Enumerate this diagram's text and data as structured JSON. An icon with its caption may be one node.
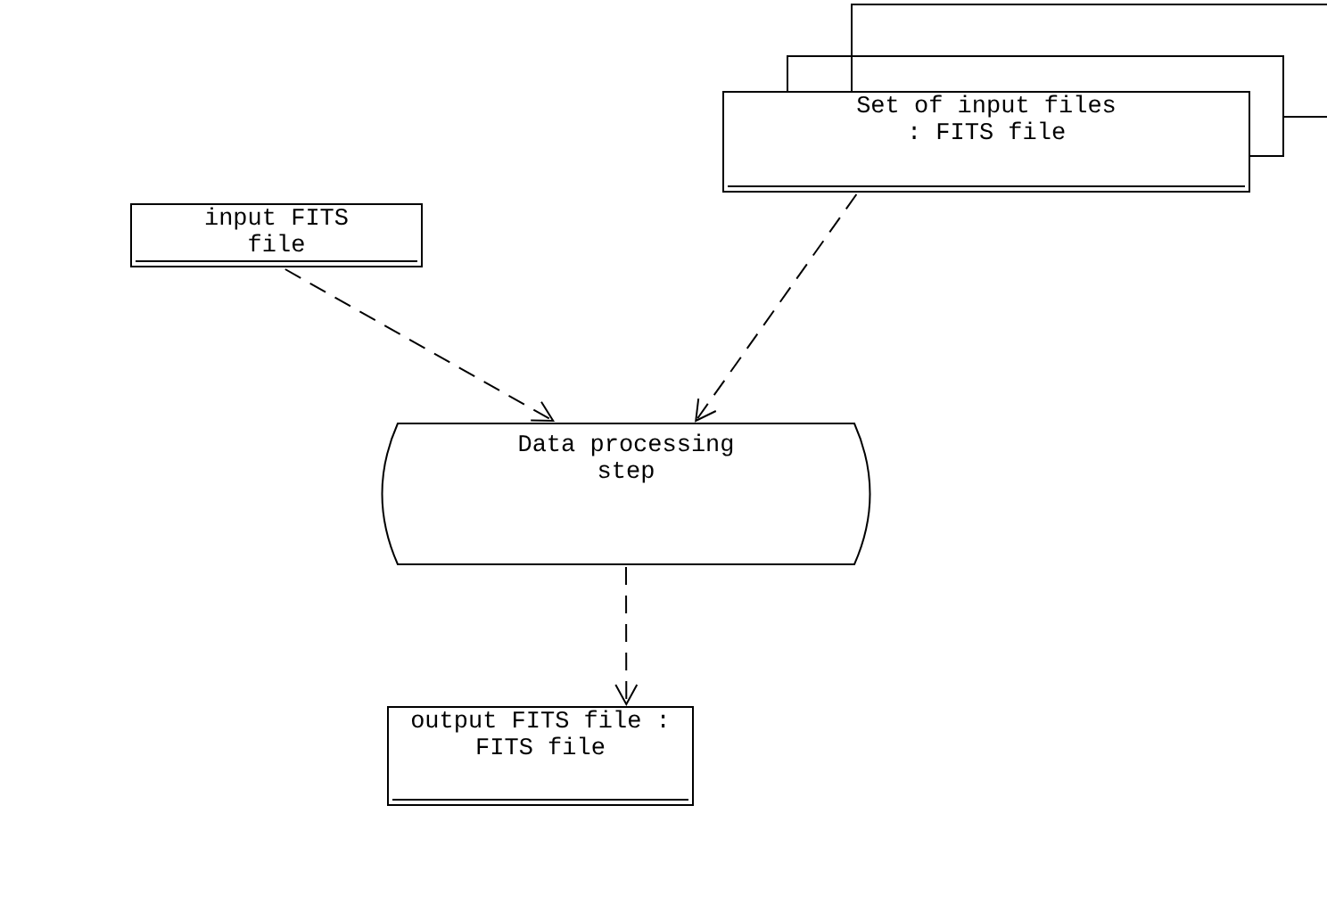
{
  "diagram": {
    "nodes": [
      {
        "text": [
          "input FITS file"
        ]
      },
      {
        "text": [
          "Set of input files : FITS file"
        ]
      },
      {
        "text": [
          "Data processing step"
        ]
      },
      {
        "text": [
          "output FITS file : FITS file"
        ]
      }
    ],
    "edges": [
      {
        "from": 0,
        "to": 2,
        "arrow": "to",
        "style": "dashed"
      },
      {
        "from": 1,
        "to": 2,
        "arrow": "to",
        "style": "dashed"
      },
      {
        "from": 2,
        "to": 3,
        "arrow": "to",
        "style": "dashed"
      }
    ]
  }
}
